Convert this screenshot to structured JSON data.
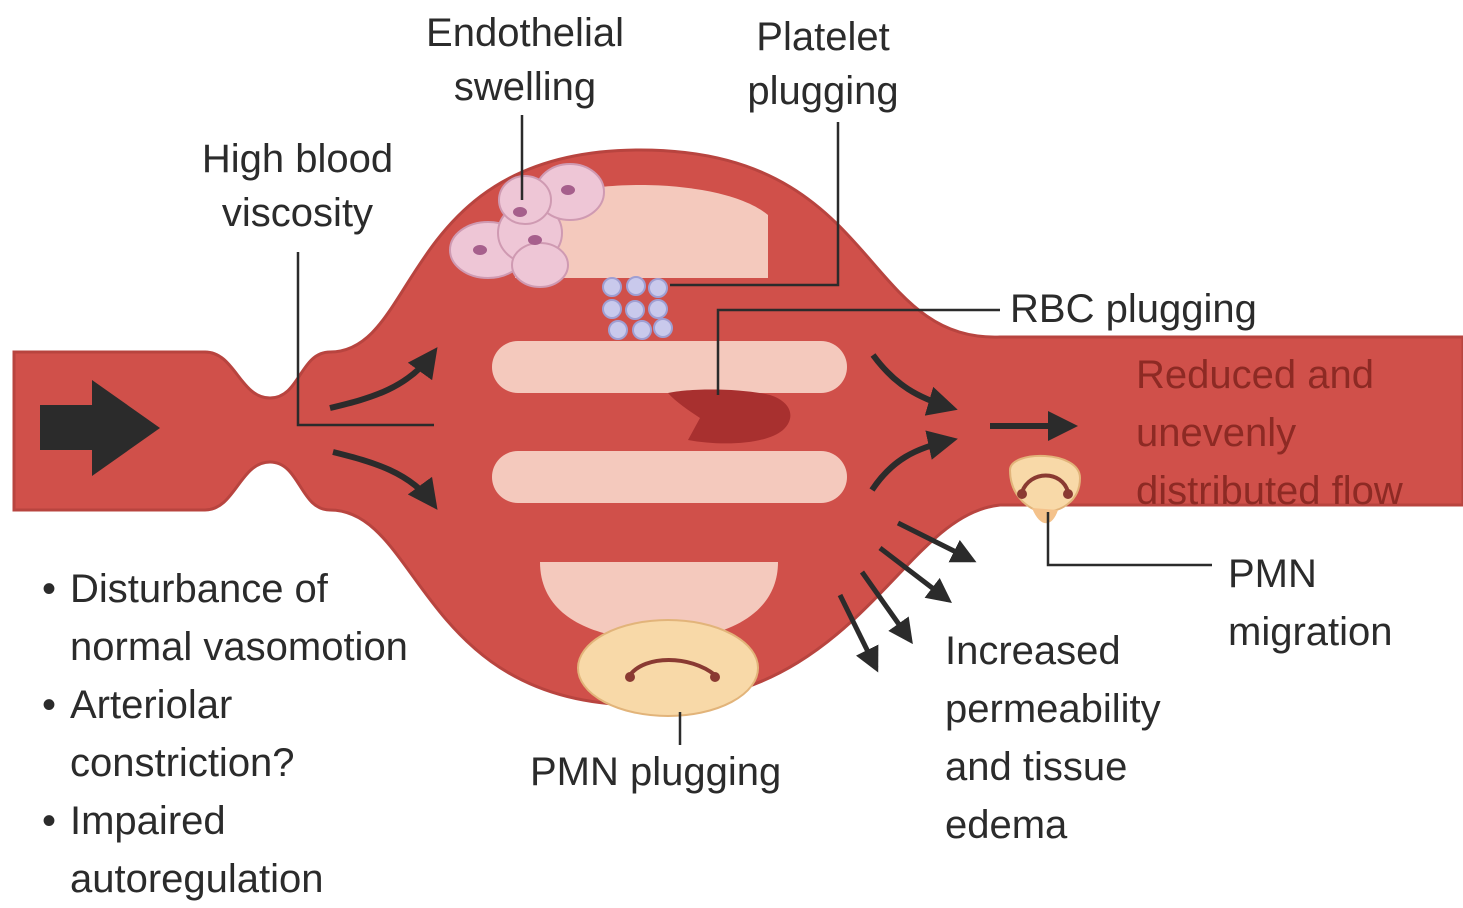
{
  "labels": {
    "endothelial_swelling": [
      "Endothelial",
      "swelling"
    ],
    "platelet_plugging": [
      "Platelet",
      "plugging"
    ],
    "high_blood_viscosity": [
      "High blood",
      "viscosity"
    ],
    "rbc_plugging": "RBC plugging",
    "reduced_flow": [
      "Reduced and",
      "unevenly",
      "distributed flow"
    ],
    "pmn_migration": [
      "PMN",
      "migration"
    ],
    "increased_permeability": [
      "Increased",
      "permeability",
      "and tissue",
      "edema"
    ],
    "pmn_plugging": "PMN plugging"
  },
  "bullets": [
    [
      "Disturbance of",
      "normal vasomotion"
    ],
    [
      "Arteriolar",
      "constriction?"
    ],
    [
      "Impaired",
      "autoregulation"
    ]
  ],
  "colors": {
    "vessel": "#d0504a",
    "vessel_dark": "#b8443f",
    "lumen": "#f4c9bd",
    "endothelial_cell": "#eec6d6",
    "platelet": "#c9c9ec",
    "rbc": "#a8302f",
    "pmn": "#f8d9a8",
    "arrow": "#2b2b2b"
  }
}
